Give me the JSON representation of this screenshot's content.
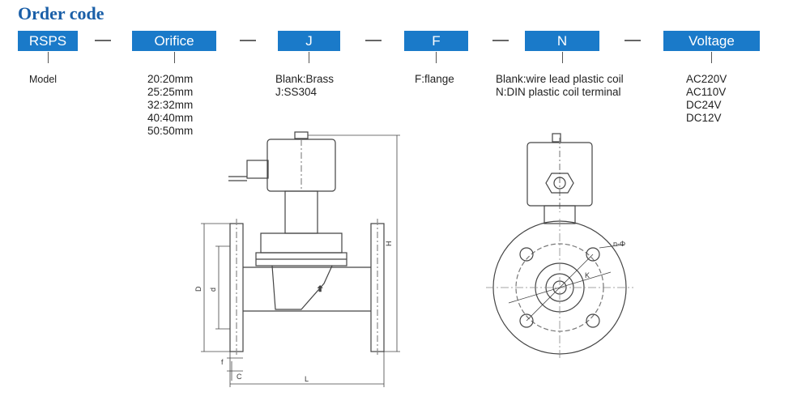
{
  "title": "Order code",
  "segments": [
    {
      "label": "RSPS",
      "options": [
        "Model"
      ]
    },
    {
      "label": "Orifice",
      "options": [
        "20:20mm",
        "25:25mm",
        "32:32mm",
        "40:40mm",
        "50:50mm"
      ]
    },
    {
      "label": "J",
      "options": [
        "Blank:Brass",
        "J:SS304"
      ]
    },
    {
      "label": "F",
      "options": [
        "F:flange"
      ]
    },
    {
      "label": "N",
      "options": [
        "Blank:wire lead plastic coil",
        "N:DIN plastic coil terminal"
      ]
    },
    {
      "label": "Voltage",
      "options": [
        "AC220V",
        "AC110V",
        "DC24V",
        "DC12V"
      ]
    }
  ],
  "dimensions": {
    "H": "H",
    "D": "D",
    "d": "d",
    "L": "L",
    "f": "f",
    "C": "C",
    "K": "K",
    "n_phi": "n-Φ"
  },
  "colors": {
    "box": "#1a7ac9",
    "title": "#1a5fa8"
  }
}
